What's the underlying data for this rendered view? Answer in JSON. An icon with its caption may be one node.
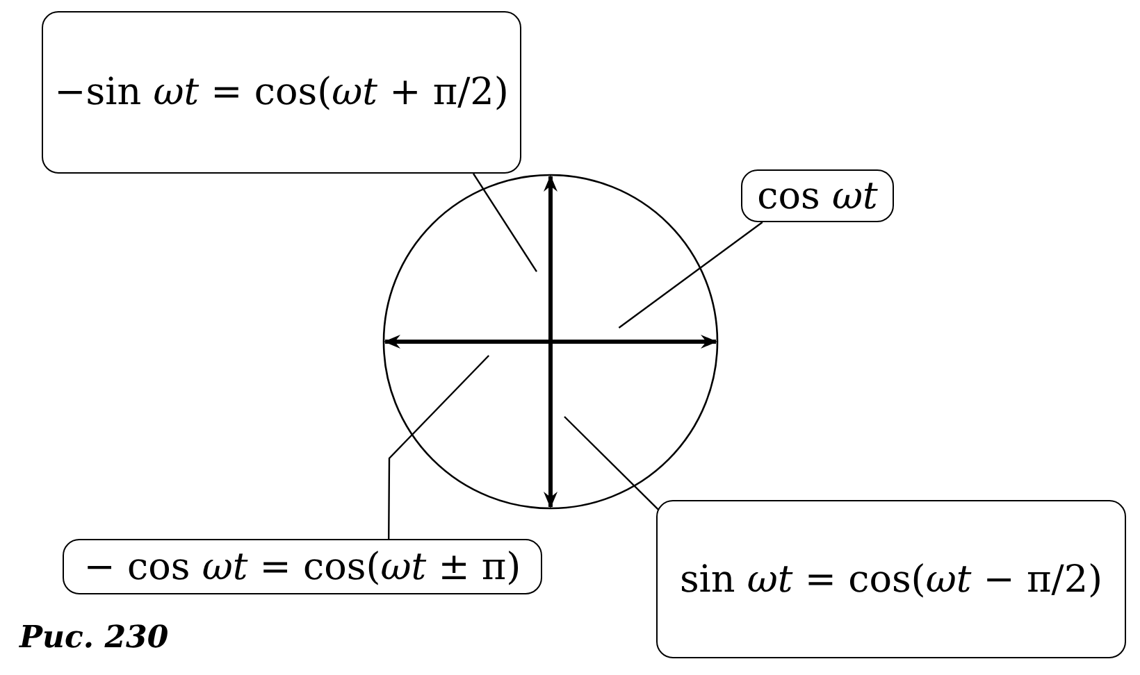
{
  "diagram": {
    "caption": "Рис. 230",
    "nodes": [
      {
        "text": [
          "−sin *ωt* = cos(*ωt* + π/2)"
        ]
      },
      {
        "text": [
          "cos *ωt*"
        ]
      },
      {
        "text": [
          "− cos *ωt* = cos(*ωt* ± π)"
        ]
      },
      {
        "text": [
          "sin *ωt* = cos(*ωt* − π/2)"
        ]
      },
      {
        "text": [],
        "shape": "arrow"
      },
      {
        "text": [],
        "shape": "arrow"
      },
      {
        "text": [],
        "shape": "arrow"
      },
      {
        "text": [],
        "shape": "arrow"
      }
    ],
    "edges": [
      {
        "from": 0,
        "to": 4,
        "arrow": "none"
      },
      {
        "from": 1,
        "to": 5,
        "arrow": "none"
      },
      {
        "from": 2,
        "to": 6,
        "arrow": "none"
      },
      {
        "from": 3,
        "to": 7,
        "arrow": "none"
      }
    ]
  }
}
